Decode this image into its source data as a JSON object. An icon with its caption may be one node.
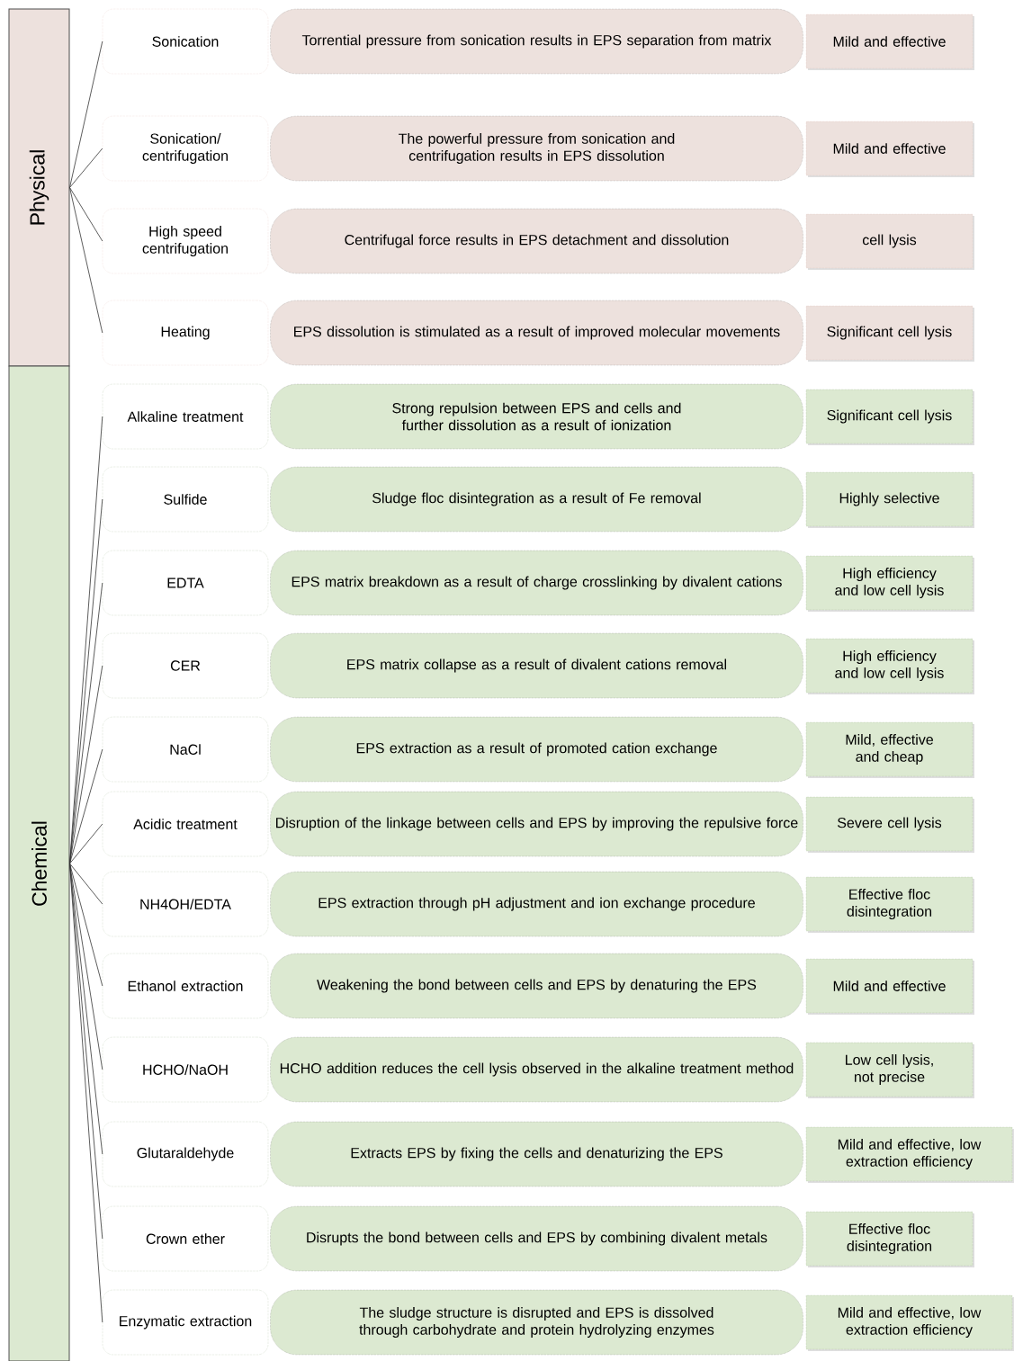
{
  "diagram": {
    "nodes": [
      {
        "text": [
          "Physical"
        ]
      },
      {
        "text": [
          "Chemical"
        ]
      },
      {
        "text": [
          "Sonication"
        ]
      },
      {
        "text": [
          "Torrential pressure from sonication results in EPS separation from matrix"
        ]
      },
      {
        "text": [
          "Mild and effective"
        ]
      },
      {
        "text": [
          "Sonication/ centrifugation"
        ]
      },
      {
        "text": [
          "The powerful pressure from sonication and centrifugation results in EPS dissolution"
        ]
      },
      {
        "text": [
          "Mild and effective"
        ]
      },
      {
        "text": [
          "High speed centrifugation"
        ]
      },
      {
        "text": [
          "Centrifugal force results in EPS detachment and dissolution"
        ]
      },
      {
        "text": [
          "cell lysis"
        ]
      },
      {
        "text": [
          "Heating"
        ]
      },
      {
        "text": [
          "EPS dissolution is stimulated as a result of improved molecular movements"
        ]
      },
      {
        "text": [
          "Significant cell lysis"
        ]
      },
      {
        "text": [
          "Alkaline treatment"
        ]
      },
      {
        "text": [
          "Strong repulsion between EPS and cells and further dissolution as a result of ionization"
        ]
      },
      {
        "text": [
          "Significant cell lysis"
        ]
      },
      {
        "text": [
          "Sulfide"
        ]
      },
      {
        "text": [
          "Sludge floc disintegration as a result of Fe removal"
        ]
      },
      {
        "text": [
          "Highly selective"
        ]
      },
      {
        "text": [
          "EDTA"
        ]
      },
      {
        "text": [
          "EPS matrix breakdown as a result of charge crosslinking by divalent cations"
        ]
      },
      {
        "text": [
          "High efficiency and low cell lysis"
        ]
      },
      {
        "text": [
          "CER"
        ]
      },
      {
        "text": [
          "EPS matrix collapse as a result of divalent cations removal"
        ]
      },
      {
        "text": [
          "High efficiency and low cell lysis"
        ]
      },
      {
        "text": [
          "NaCl"
        ]
      },
      {
        "text": [
          "EPS extraction as a result of promoted cation exchange"
        ]
      },
      {
        "text": [
          "Mild, effective and cheap"
        ]
      },
      {
        "text": [
          "Acidic treatment"
        ]
      },
      {
        "text": [
          "Disruption of the linkage between cells and EPS by improving the repulsive force"
        ]
      },
      {
        "text": [
          "Severe cell lysis"
        ]
      },
      {
        "text": [
          "NH4OH/EDTA"
        ]
      },
      {
        "text": [
          "EPS extraction through pH adjustment and ion exchange procedure"
        ]
      },
      {
        "text": [
          "Effective floc disintegration"
        ]
      },
      {
        "text": [
          "Ethanol extraction"
        ]
      },
      {
        "text": [
          "Weakening the bond between cells and EPS by denaturing the EPS"
        ]
      },
      {
        "text": [
          "Mild and effective"
        ]
      },
      {
        "text": [
          "HCHO/NaOH"
        ]
      },
      {
        "text": [
          "HCHO addition reduces the cell lysis observed in the alkaline treatment method"
        ]
      },
      {
        "text": [
          "Low cell lysis, not precise"
        ]
      },
      {
        "text": [
          "Glutaraldehyde"
        ]
      },
      {
        "text": [
          "Extracts EPS by fixing the cells and denaturizing the EPS"
        ]
      },
      {
        "text": [
          "Mild and effective, low extraction efficiency"
        ]
      },
      {
        "text": [
          "Crown ether"
        ]
      },
      {
        "text": [
          "Disrupts the bond between cells and EPS by combining divalent metals"
        ]
      },
      {
        "text": [
          "Effective floc disintegration"
        ]
      },
      {
        "text": [
          "Enzymatic extraction"
        ]
      },
      {
        "text": [
          "The sludge structure is disrupted and EPS is dissolved through carbohydrate and protein hydrolyzing enzymes"
        ]
      },
      {
        "text": [
          "Mild and effective, low extraction efficiency"
        ]
      }
    ],
    "edges": [
      {
        "from": 0,
        "to": 2,
        "arrow": "none"
      },
      {
        "from": 0,
        "to": 5,
        "arrow": "none"
      },
      {
        "from": 0,
        "to": 8,
        "arrow": "none"
      },
      {
        "from": 0,
        "to": 11,
        "arrow": "none"
      },
      {
        "from": 1,
        "to": 14,
        "arrow": "none"
      },
      {
        "from": 1,
        "to": 17,
        "arrow": "none"
      },
      {
        "from": 1,
        "to": 20,
        "arrow": "none"
      },
      {
        "from": 1,
        "to": 23,
        "arrow": "none"
      },
      {
        "from": 1,
        "to": 26,
        "arrow": "none"
      },
      {
        "from": 1,
        "to": 29,
        "arrow": "none"
      },
      {
        "from": 1,
        "to": 32,
        "arrow": "none"
      },
      {
        "from": 1,
        "to": 35,
        "arrow": "none"
      },
      {
        "from": 1,
        "to": 38,
        "arrow": "none"
      },
      {
        "from": 1,
        "to": 41,
        "arrow": "none"
      },
      {
        "from": 1,
        "to": 44,
        "arrow": "none"
      },
      {
        "from": 1,
        "to": 47,
        "arrow": "none"
      }
    ]
  }
}
